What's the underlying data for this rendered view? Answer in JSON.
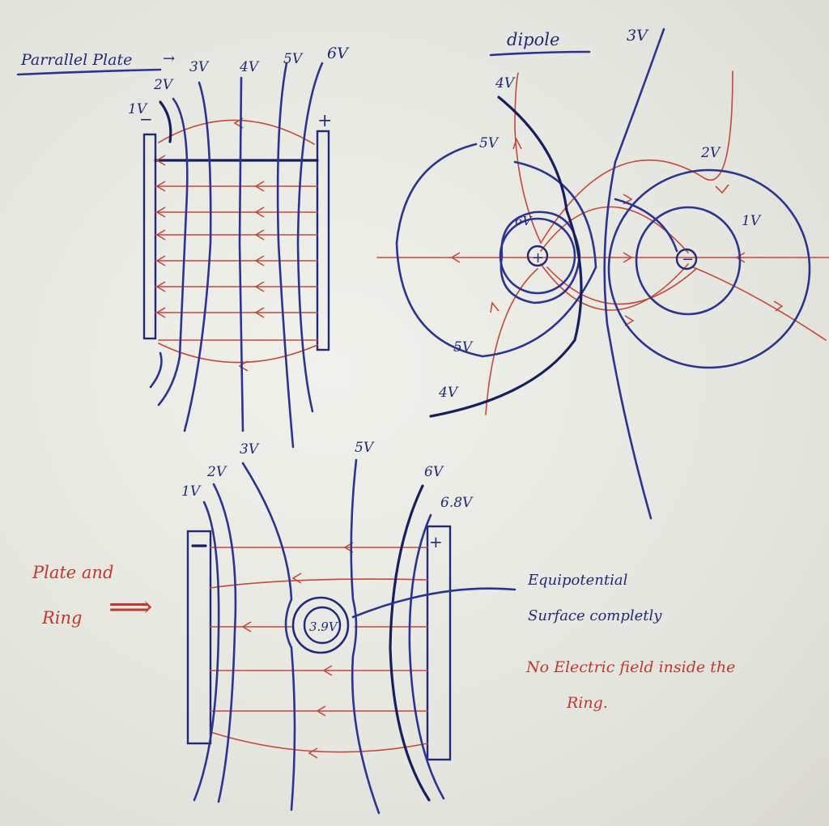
{
  "parallel": {
    "title": "Parrallel Plate",
    "arrow": "→",
    "labels": [
      "1V",
      "2V",
      "3V",
      "4V",
      "5V",
      "6V"
    ],
    "neg": "−",
    "pos": "+"
  },
  "dipole": {
    "title": "dipole",
    "plus": "+",
    "minus": "−",
    "labels": [
      "3V",
      "4V",
      "5V",
      "2V",
      "6V",
      "1V",
      "5V",
      "4V"
    ]
  },
  "ring": {
    "caption_line1": "Plate and",
    "caption_line2": "Ring",
    "big_arrow": "⟹",
    "labels": [
      "1V",
      "2V",
      "3V",
      "5V",
      "6V",
      "6.8V"
    ],
    "ring_value": "3.9V",
    "pos": "+",
    "note_blue_1": "Equipotential",
    "note_blue_2": "Surface completly",
    "note_red_1": "No Electric field inside the",
    "note_red_2": "Ring."
  },
  "colors": {
    "ink_blue": "#1f2a78",
    "ink_red": "#c0392b",
    "paper": "#ecece6"
  }
}
